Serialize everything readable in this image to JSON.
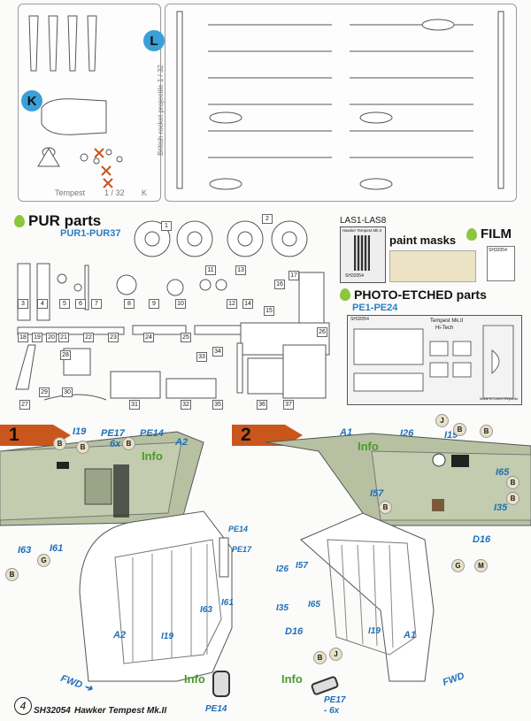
{
  "sprue_k": {
    "letter": "K",
    "label": "Tempest",
    "scale": "1 / 32",
    "corner": "K"
  },
  "sprue_l": {
    "letter": "L",
    "vertical_text": "British rocket projectile 1 / 32"
  },
  "pur": {
    "title": "PUR parts",
    "range": "PUR1-PUR37",
    "numbers": [
      "1",
      "2",
      "3",
      "4",
      "5",
      "6",
      "7",
      "8",
      "9",
      "10",
      "11",
      "12",
      "13",
      "14",
      "15",
      "16",
      "17",
      "18",
      "19",
      "20",
      "21",
      "22",
      "23",
      "24",
      "25",
      "26",
      "27",
      "28",
      "29",
      "30",
      "31",
      "32",
      "33",
      "34",
      "35",
      "36",
      "37"
    ]
  },
  "masks": {
    "range": "LAS1-LAS8",
    "title": "paint masks",
    "card_title": "Hawker Tempest Mk.II",
    "card_code": "SH32054"
  },
  "film": {
    "title": "FILM",
    "code": "SH32054"
  },
  "pe": {
    "title": "PHOTO-ETCHED parts",
    "range": "PE1-PE24",
    "fret_code": "SH32054",
    "fret_title": "Tempest Mk.II",
    "fret_sub": "Hi-Tech",
    "made_in": "Made in Czech Republic"
  },
  "step1": {
    "number": "1",
    "callouts": [
      "I19",
      "PE17",
      "6x",
      "PE14",
      "A2",
      "I63",
      "I61",
      "PE14",
      "PE17",
      "I63",
      "I61",
      "A2",
      "I19"
    ],
    "info": "Info",
    "paints": [
      "B",
      "B",
      "B",
      "G",
      "B"
    ],
    "fwd": "FWD",
    "info_part": "PE14"
  },
  "step2": {
    "number": "2",
    "callouts": [
      "A1",
      "I26",
      "I19",
      "I65",
      "I57",
      "I35",
      "D16",
      "I26",
      "I57",
      "I35",
      "I65",
      "D16",
      "I19",
      "A1"
    ],
    "info": "Info",
    "paints": [
      "J",
      "B",
      "B",
      "B",
      "B",
      "B",
      "G",
      "M",
      "B",
      "J"
    ],
    "fwd": "FWD",
    "info_part": "PE17",
    "info_mult": "- 6x"
  },
  "footer": {
    "page": "4",
    "code": "SH32054",
    "title": "Hawker Tempest Mk.II"
  }
}
